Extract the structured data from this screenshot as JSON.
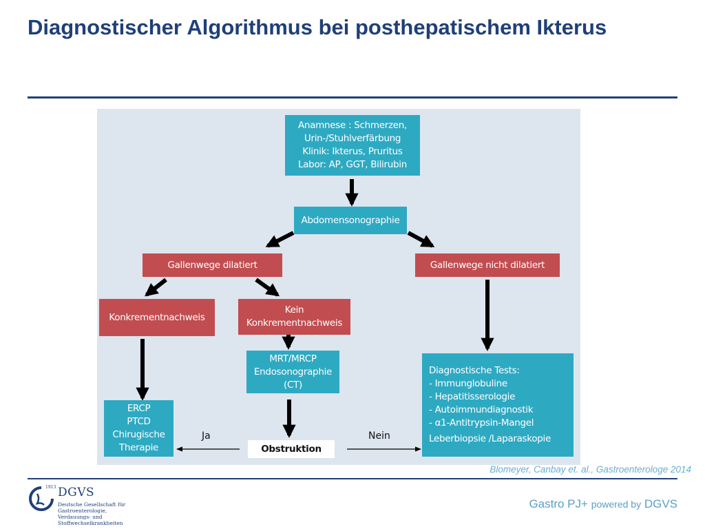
{
  "title": "Diagnostischer Algorithmus bei posthepatischem Ikterus",
  "nodes": {
    "anamnese": [
      "Anamnese : Schmerzen,",
      "Urin-/Stuhlverfärbung",
      "Klinik: Ikterus, Pruritus",
      "Labor: AP, GGT, Bilirubin"
    ],
    "abdomen": [
      "Abdomensonographie"
    ],
    "dilatiert": [
      "Gallenwege dilatiert"
    ],
    "nicht_dilatiert": [
      "Gallenwege nicht dilatiert"
    ],
    "konkrement": [
      "Konkrementnachweis"
    ],
    "kein_konkrement": [
      "Kein",
      "Konkrementnachweis"
    ],
    "mrt": [
      "MRT/MRCP",
      "Endosonographie",
      "(CT)"
    ],
    "ercp": [
      "ERCP",
      "PTCD",
      "Chirugische",
      "Therapie"
    ],
    "obstruktion": [
      "Obstruktion"
    ],
    "tests": [
      "Diagnostische Tests:",
      "-  Immunglobuline",
      "-  Hepatitisserologie",
      "-  Autoimmundiagnostik",
      "-  α1-Antitrypsin-Mangel",
      "Leberbiopsie /Laparaskopie"
    ]
  },
  "edge_labels": {
    "ja": "Ja",
    "nein": "Nein"
  },
  "citation": "Blomeyer, Canbay et. al., Gastroenterologe 2014",
  "footer": {
    "brand": "Gastro PJ+",
    "powered": "powered by",
    "org": "DGVS"
  },
  "logo": {
    "name": "DGVS",
    "year": "1913",
    "subtitle": [
      "Deutsche Gesellschaft für",
      "Gastroenterologie,",
      "Verdauungs- und",
      "Stoffwechselkrankheiten"
    ]
  },
  "colors": {
    "teal": "#2ea9c2",
    "red": "#c14d50",
    "navy": "#1f3f78",
    "panel": "#dde5ee"
  }
}
